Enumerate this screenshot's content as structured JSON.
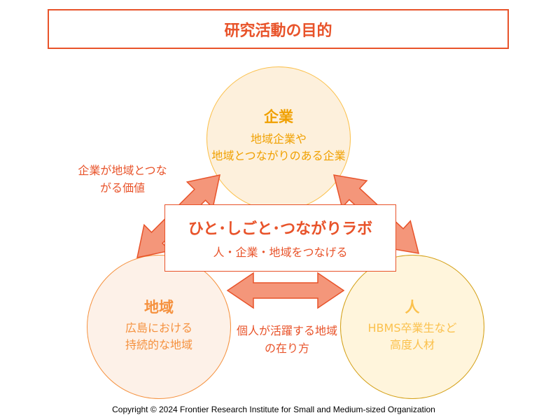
{
  "title": "研究活動の目的",
  "circles": {
    "company": {
      "title": "企業",
      "lines": [
        "地域企業や",
        "地域とつながりのある企業"
      ],
      "title_color": "#f0a000",
      "text_color": "#f0a000"
    },
    "region": {
      "title": "地域",
      "lines": [
        "広島における",
        "持続的な地域"
      ],
      "title_color": "#f5913e",
      "text_color": "#f5913e"
    },
    "people": {
      "title": "人",
      "lines": [
        "HBMS卒業生など",
        "高度人材"
      ],
      "title_color": "#fbc14d",
      "text_color": "#fbc14d"
    }
  },
  "center": {
    "title": "ひと･しごと･つながりラボ",
    "subtitle": "人・企業・地域をつなげる"
  },
  "labels": {
    "company_region": [
      "企業が地域とつな",
      "がる価値"
    ],
    "region_people": [
      "個人が活躍する地域",
      "の在り方"
    ]
  },
  "colors": {
    "accent": "#e8532a",
    "arrow_fill": "#f4967a"
  },
  "copyright": "Copyright © 2024   Frontier Research Institute for Small and Medium-sized Organization"
}
